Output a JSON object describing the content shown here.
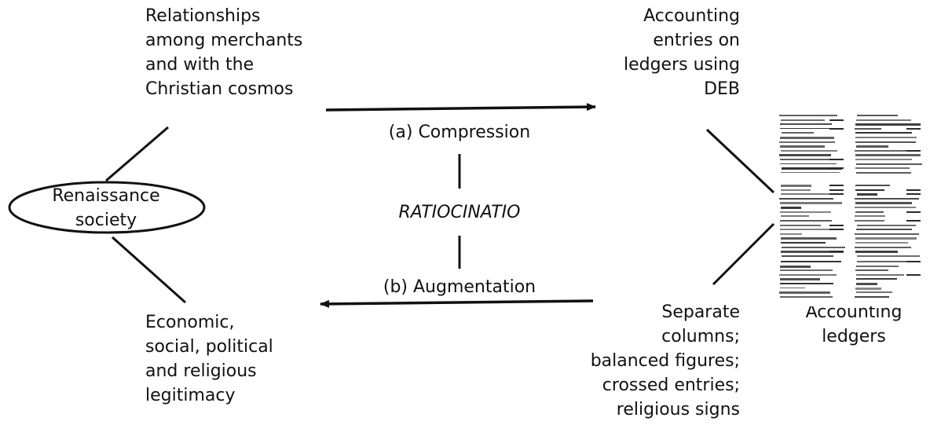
{
  "nodes": {
    "relationships": "Relationships\namong merchants\nand with the\nChristian cosmos",
    "accounting_entries": "Accounting\nentries on\nledgers using\nDEB",
    "renaissance": "Renaissance\nsociety",
    "legitimacy": "Economic,\nsocial, political\nand religious\nlegitimacy",
    "separate_columns": "Separate\ncolumns;\nbalanced figures;\ncrossed entries;\nreligious signs",
    "accounting_ledgers": "Accounting\nledgers"
  },
  "processes": {
    "compression": "(a) Compression",
    "augmentation": "(b) Augmentation",
    "ratiocinatio": "RATIOCINATIO"
  },
  "colors": {
    "ink": "#111111",
    "background": "#ffffff"
  }
}
